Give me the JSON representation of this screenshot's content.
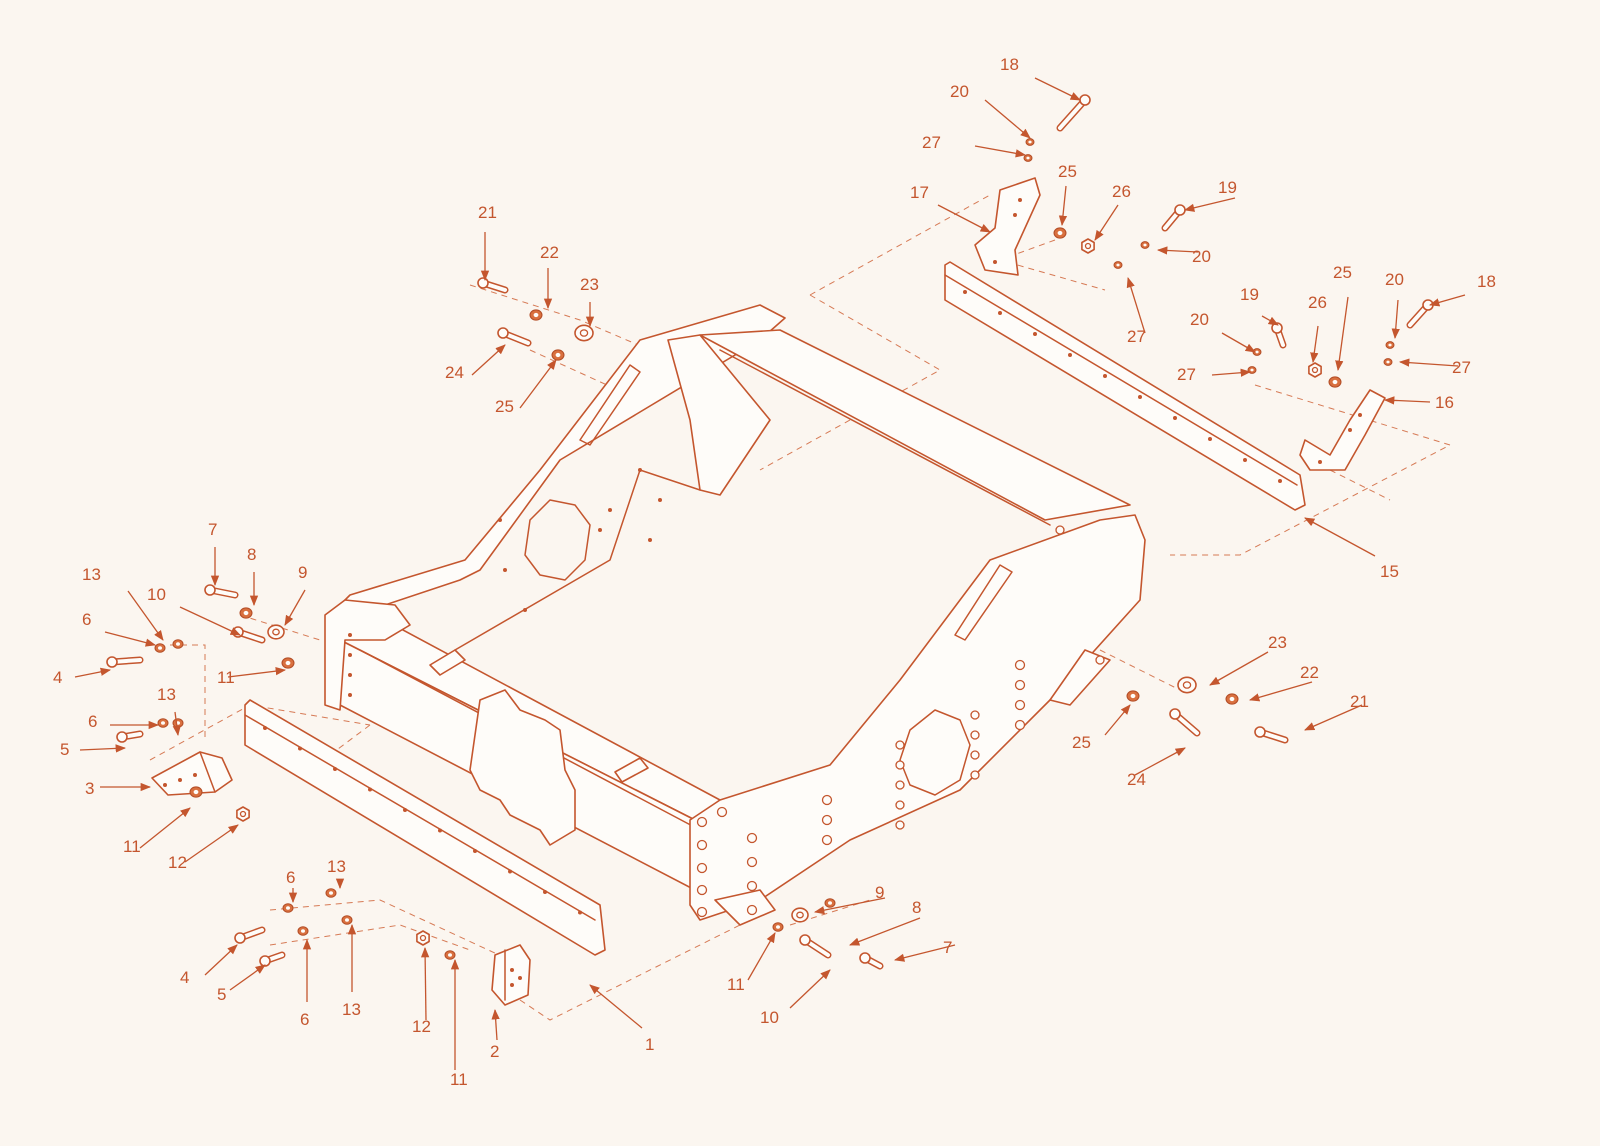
{
  "diagram": {
    "colors": {
      "line": "#c4562e",
      "dash": "#d67a55",
      "background": "#fbf6f0"
    },
    "callouts": [
      {
        "id": "c1",
        "text": "1"
      },
      {
        "id": "c2",
        "text": "2"
      },
      {
        "id": "c3",
        "text": "3"
      },
      {
        "id": "c4a",
        "text": "4"
      },
      {
        "id": "c4b",
        "text": "4"
      },
      {
        "id": "c5a",
        "text": "5"
      },
      {
        "id": "c5b",
        "text": "5"
      },
      {
        "id": "c6a",
        "text": "6"
      },
      {
        "id": "c6b",
        "text": "6"
      },
      {
        "id": "c6c",
        "text": "6"
      },
      {
        "id": "c6d",
        "text": "6"
      },
      {
        "id": "c7a",
        "text": "7"
      },
      {
        "id": "c7b",
        "text": "7"
      },
      {
        "id": "c8a",
        "text": "8"
      },
      {
        "id": "c8b",
        "text": "8"
      },
      {
        "id": "c9a",
        "text": "9"
      },
      {
        "id": "c9b",
        "text": "9"
      },
      {
        "id": "c10a",
        "text": "10"
      },
      {
        "id": "c10b",
        "text": "10"
      },
      {
        "id": "c11a",
        "text": "11"
      },
      {
        "id": "c11b",
        "text": "11"
      },
      {
        "id": "c11c",
        "text": "11"
      },
      {
        "id": "c11d",
        "text": "11"
      },
      {
        "id": "c12a",
        "text": "12"
      },
      {
        "id": "c12b",
        "text": "12"
      },
      {
        "id": "c13a",
        "text": "13"
      },
      {
        "id": "c13b",
        "text": "13"
      },
      {
        "id": "c13c",
        "text": "13"
      },
      {
        "id": "c13d",
        "text": "13"
      },
      {
        "id": "c15",
        "text": "15"
      },
      {
        "id": "c16",
        "text": "16"
      },
      {
        "id": "c17",
        "text": "17"
      },
      {
        "id": "c18a",
        "text": "18"
      },
      {
        "id": "c18b",
        "text": "18"
      },
      {
        "id": "c19a",
        "text": "19"
      },
      {
        "id": "c19b",
        "text": "19"
      },
      {
        "id": "c20a",
        "text": "20"
      },
      {
        "id": "c20b",
        "text": "20"
      },
      {
        "id": "c20c",
        "text": "20"
      },
      {
        "id": "c20d",
        "text": "20"
      },
      {
        "id": "c21a",
        "text": "21"
      },
      {
        "id": "c21b",
        "text": "21"
      },
      {
        "id": "c22a",
        "text": "22"
      },
      {
        "id": "c22b",
        "text": "22"
      },
      {
        "id": "c23a",
        "text": "23"
      },
      {
        "id": "c23b",
        "text": "23"
      },
      {
        "id": "c24a",
        "text": "24"
      },
      {
        "id": "c24b",
        "text": "24"
      },
      {
        "id": "c25a",
        "text": "25"
      },
      {
        "id": "c25b",
        "text": "25"
      },
      {
        "id": "c25c",
        "text": "25"
      },
      {
        "id": "c25d",
        "text": "25"
      },
      {
        "id": "c26a",
        "text": "26"
      },
      {
        "id": "c26b",
        "text": "26"
      },
      {
        "id": "c27a",
        "text": "27"
      },
      {
        "id": "c27b",
        "text": "27"
      },
      {
        "id": "c27c",
        "text": "27"
      },
      {
        "id": "c27d",
        "text": "27"
      }
    ]
  }
}
